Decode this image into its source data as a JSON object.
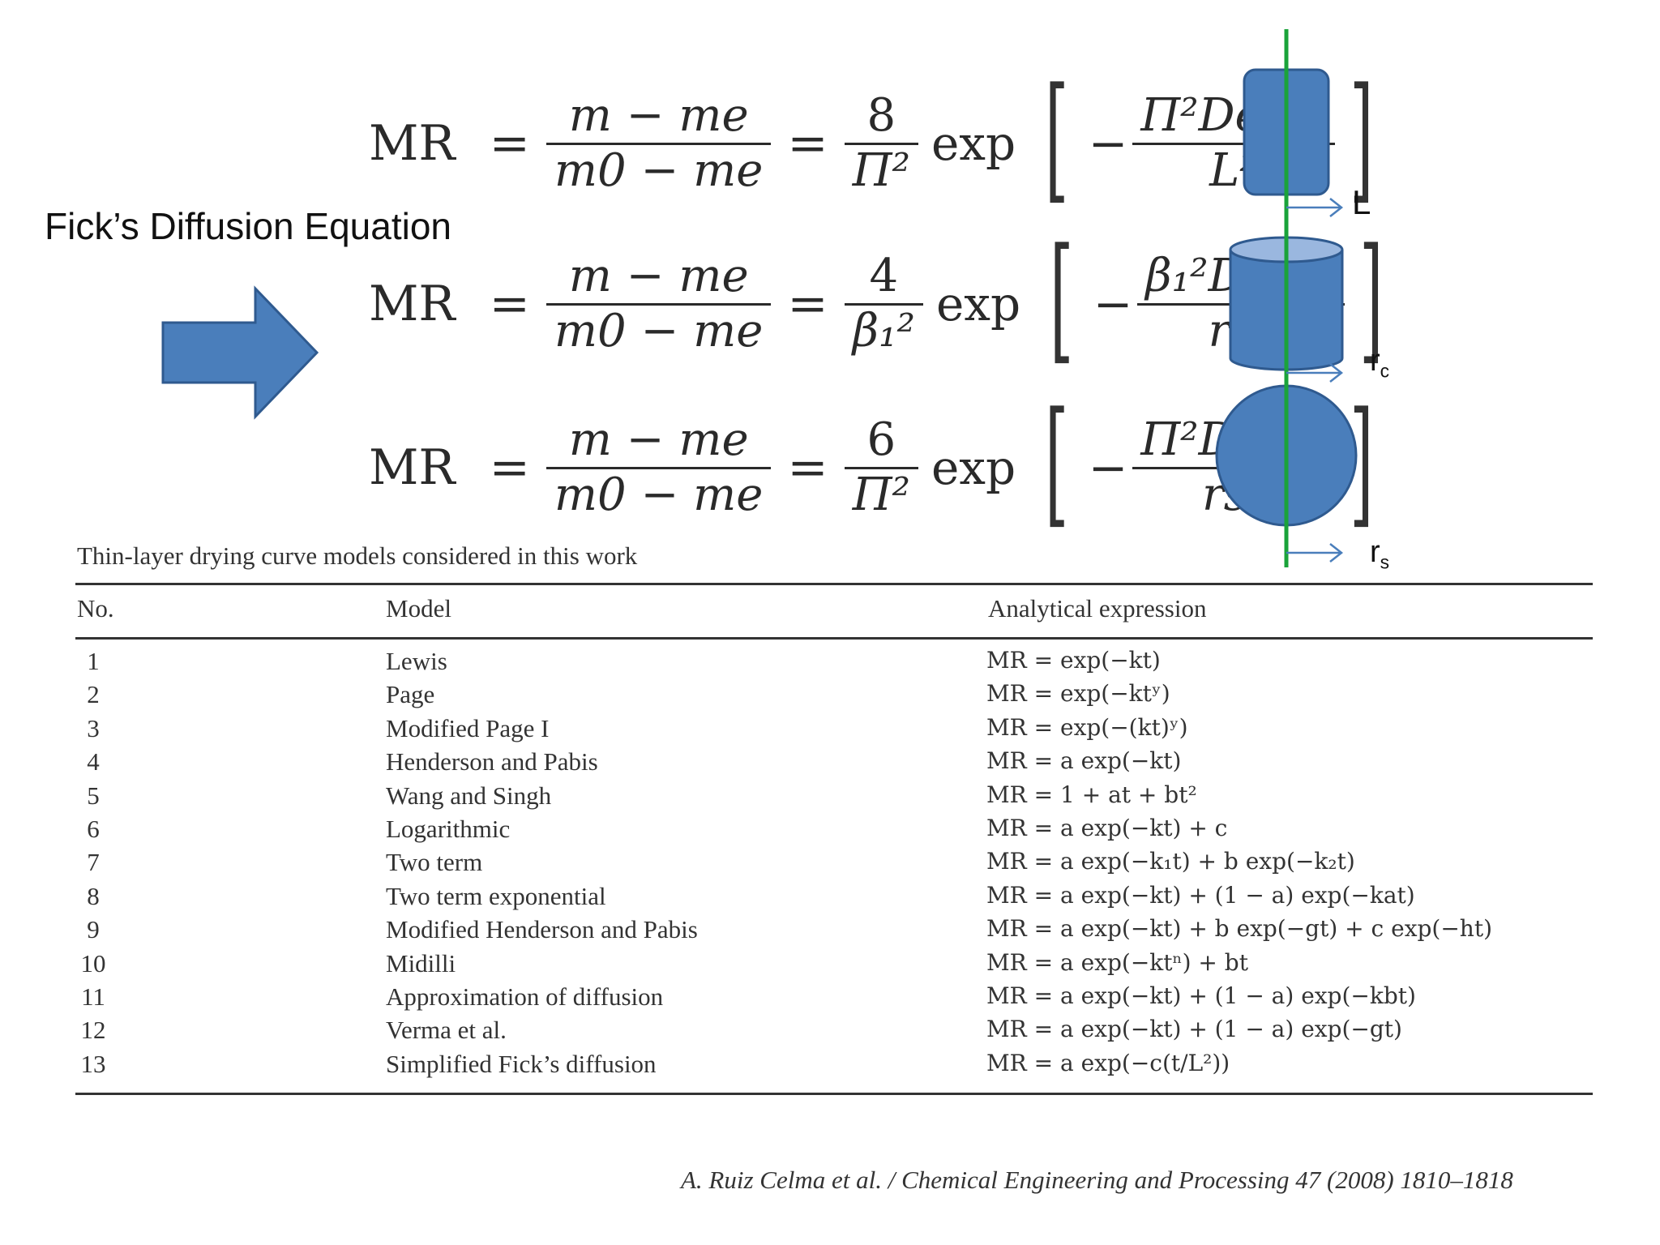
{
  "slide": {
    "title": "Fick’s Diffusion Equation"
  },
  "equations": [
    {
      "coef_num": "8",
      "coef_den": "Π²",
      "inner_num": "Π²Deff t",
      "inner_den": "L²"
    },
    {
      "coef_num": "4",
      "coef_den": "β₁²",
      "inner_num": "β₁²Deff t",
      "inner_den": "rc²"
    },
    {
      "coef_num": "6",
      "coef_den": "Π²",
      "inner_num": "Π²Deff t",
      "inner_den": "rs²"
    }
  ],
  "equation_common": {
    "lhs": "MR",
    "eq": "=",
    "frac_num": "m − me",
    "frac_den": "m0 − me",
    "exp": "exp"
  },
  "shapes": {
    "labels": [
      "L",
      "rc",
      "rs"
    ],
    "fill_color": "#4a7ebb",
    "stroke_color": "#2f5a8f",
    "axis_color": "#1aa33a",
    "arrow_color": "#4a7ebb"
  },
  "table": {
    "caption": "Thin-layer drying curve models considered in this work",
    "headers": [
      "No.",
      "Model",
      "Analytical expression"
    ],
    "rows": [
      {
        "no": "1",
        "model": "Lewis",
        "expr": "MR = exp(−kt)"
      },
      {
        "no": "2",
        "model": "Page",
        "expr": "MR = exp(−ktʸ)"
      },
      {
        "no": "3",
        "model": "Modified Page I",
        "expr": "MR = exp(−(kt)ʸ)"
      },
      {
        "no": "4",
        "model": "Henderson and Pabis",
        "expr": "MR = a exp(−kt)"
      },
      {
        "no": "5",
        "model": "Wang and Singh",
        "expr": "MR = 1 + at + bt²"
      },
      {
        "no": "6",
        "model": "Logarithmic",
        "expr": "MR = a exp(−kt) + c"
      },
      {
        "no": "7",
        "model": "Two term",
        "expr": "MR = a exp(−k₁t) + b exp(−k₂t)"
      },
      {
        "no": "8",
        "model": "Two term exponential",
        "expr": "MR = a exp(−kt) + (1 − a) exp(−kat)"
      },
      {
        "no": "9",
        "model": "Modified Henderson and Pabis",
        "expr": "MR = a exp(−kt) + b exp(−gt) + c exp(−ht)"
      },
      {
        "no": "10",
        "model": "Midilli",
        "expr": "MR = a exp(−ktⁿ) + bt"
      },
      {
        "no": "11",
        "model": "Approximation of diffusion",
        "expr": "MR = a exp(−kt) + (1 − a) exp(−kbt)"
      },
      {
        "no": "12",
        "model": "Verma et al.",
        "expr": "MR = a exp(−kt) + (1 − a) exp(−gt)"
      },
      {
        "no": "13",
        "model": "Simplified Fick’s diffusion",
        "expr": "MR = a exp(−c(t/L²))"
      }
    ]
  },
  "citation": "A. Ruiz Celma et al. / Chemical Engineering and Processing 47 (2008) 1810–1818"
}
